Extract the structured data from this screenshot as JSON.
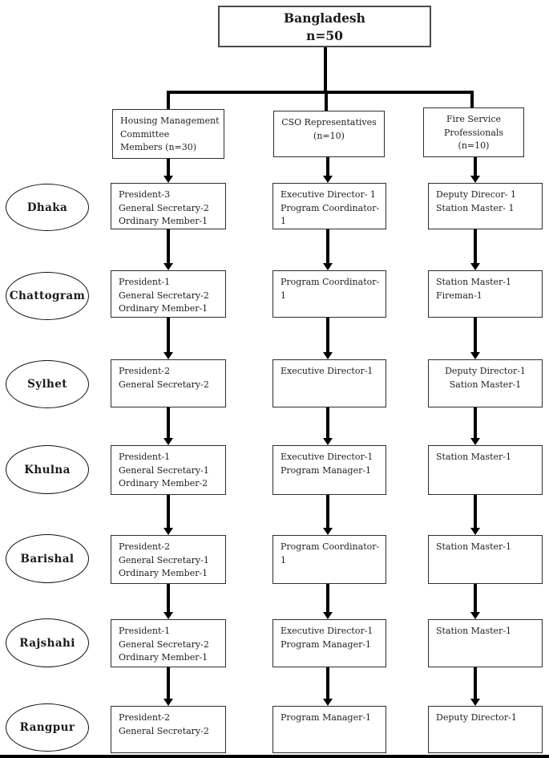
{
  "root": {
    "title": "Bangladesh\nn=50"
  },
  "columns": [
    {
      "id": "housing",
      "header": "Housing Management\nCommittee\nMembers (n=30)"
    },
    {
      "id": "cso",
      "header": "CSO Representatives\n(n=10)"
    },
    {
      "id": "fire",
      "header": "Fire Service\nProfessionals\n(n=10)"
    }
  ],
  "rows": [
    {
      "region": "Dhaka",
      "cells": [
        "President-3\nGeneral Secretary-2\nOrdinary Member-1",
        "Executive Director- 1\nProgram Coordinator- 1",
        "Deputy Direcor- 1\nStation Master- 1"
      ]
    },
    {
      "region": "Chattogram",
      "cells": [
        "President-1\nGeneral Secretary-2\nOrdinary Member-1",
        "Program Coordinator-1",
        "Station Master-1\nFireman-1"
      ]
    },
    {
      "region": "Sylhet",
      "cells": [
        "President-2\nGeneral Secretary-2",
        "Executive Director-1",
        "Deputy Director-1\nSation Master-1"
      ]
    },
    {
      "region": "Khulna",
      "cells": [
        "President-1\nGeneral Secretary-1\nOrdinary Member-2",
        "Executive Director-1\nProgram Manager-1",
        "Station Master-1"
      ]
    },
    {
      "region": "Barishal",
      "cells": [
        "President-2\nGeneral Secretary-1\nOrdinary Member-1",
        "Program Coordinator-1",
        "Station Master-1"
      ]
    },
    {
      "region": "Rajshahi",
      "cells": [
        "President-1\nGeneral Secretary-2\nOrdinary Member-1",
        "Executive Director-1\nProgram Manager-1",
        "Station Master-1"
      ]
    },
    {
      "region": "Rangpur",
      "cells": [
        "President-2\nGeneral Secretary-2",
        "Program Manager-1",
        "Deputy Director-1"
      ]
    }
  ]
}
